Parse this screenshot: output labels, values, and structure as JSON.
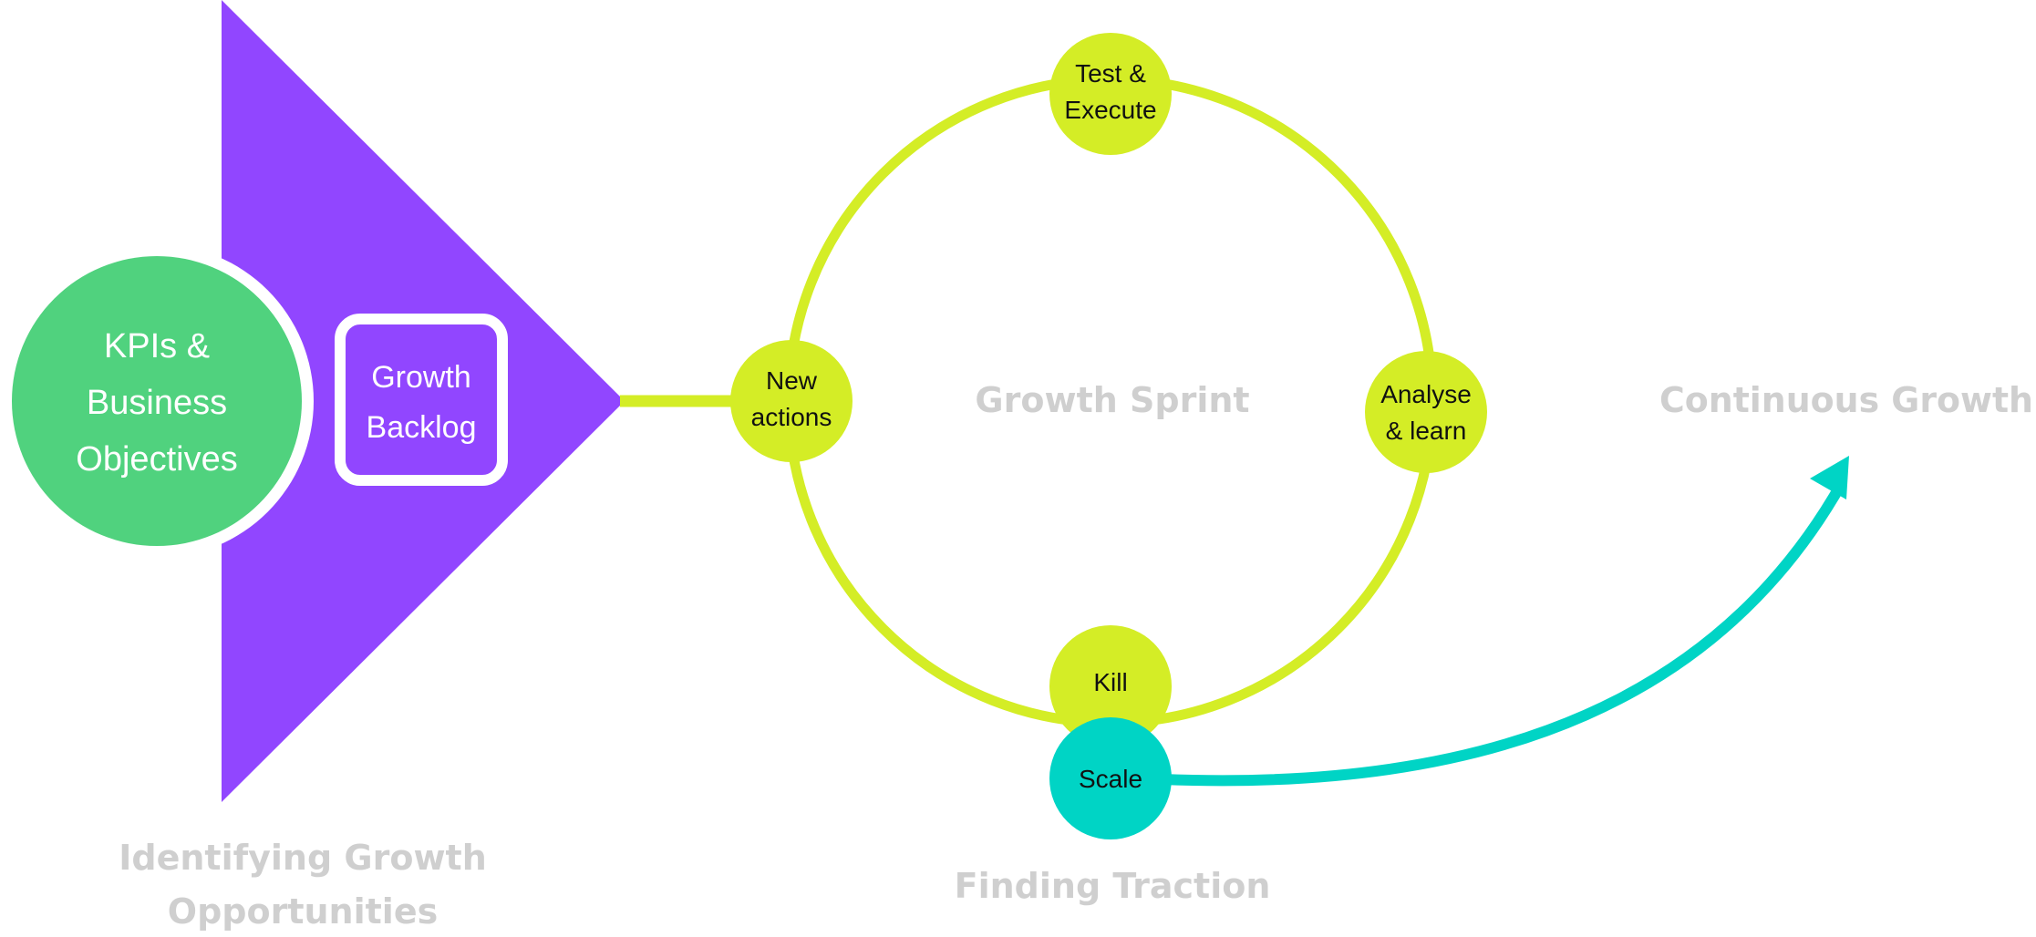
{
  "kpi_circle": {
    "lines": [
      "KPIs &",
      "Business",
      "Objectives"
    ]
  },
  "backlog": {
    "lines": [
      "Growth",
      "Backlog"
    ]
  },
  "sprint": {
    "center_label": "Growth Sprint",
    "nodes": {
      "test_execute": {
        "lines": [
          "Test &",
          "Execute"
        ]
      },
      "new_actions": {
        "lines": [
          "New",
          "actions"
        ]
      },
      "analyse_learn": {
        "lines": [
          "Analyse",
          "& learn"
        ]
      },
      "kill": {
        "lines": [
          "Kill"
        ]
      },
      "scale": {
        "lines": [
          "Scale"
        ]
      }
    }
  },
  "sections": {
    "identifying": [
      "Identifying Growth",
      "Opportunities"
    ],
    "finding_traction": "Finding Traction",
    "continuous_growth": "Continuous Growth"
  },
  "colors": {
    "green": "#50d27e",
    "purple": "#9146ff",
    "lime": "#d4ed26",
    "teal": "#00d4c5",
    "section_text": "#cfcfcf"
  }
}
